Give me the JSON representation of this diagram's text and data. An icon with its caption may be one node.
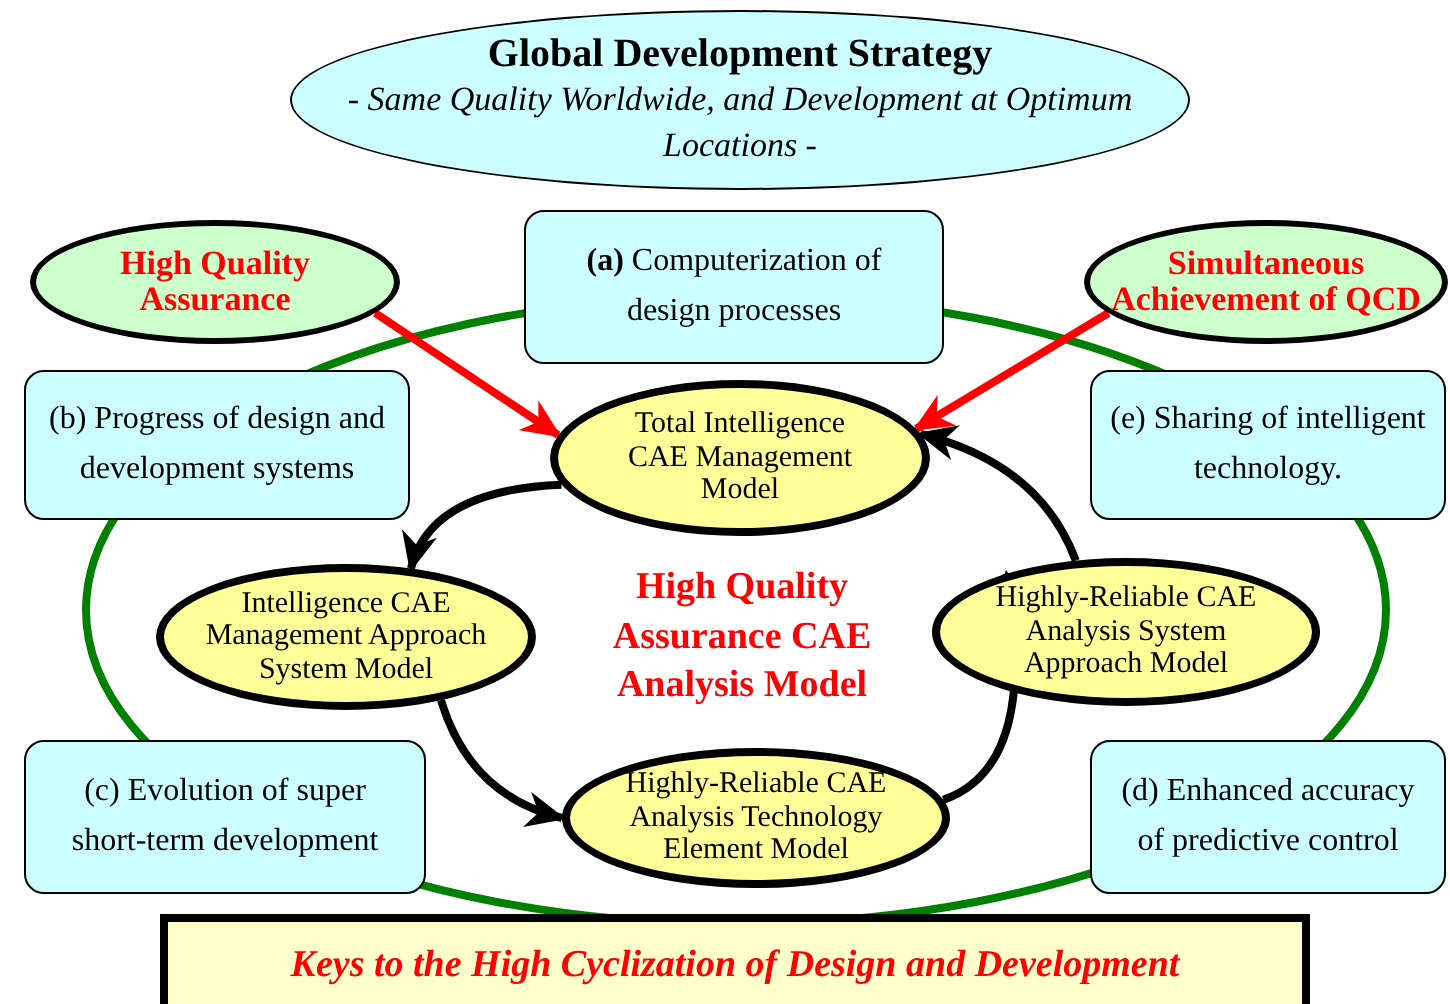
{
  "diagram": {
    "nodes": [
      {
        "text": [
          "Global Development Strategy",
          "- Same Quality Worldwide, and Development at Optimum Locations -"
        ]
      },
      {
        "text": [
          "High Quality Assurance"
        ]
      },
      {
        "text": [
          "**(a)** Computerization of design processes"
        ]
      },
      {
        "text": [
          "Simultaneous Achievement of QCD"
        ]
      },
      {
        "text": [
          "(b) Progress of design and development systems"
        ]
      },
      {
        "text": [
          "Total Intelligence CAE Management Model"
        ]
      },
      {
        "text": [
          "(e) Sharing of intelligent technology."
        ]
      },
      {
        "text": [
          "Intelligence CAE Management Approach System Model"
        ]
      },
      {
        "text": [
          "Highly-Reliable CAE Analysis System Approach Model"
        ]
      },
      {
        "text": [
          "(c) Evolution of super short-term development"
        ]
      },
      {
        "text": [
          "Highly-Reliable CAE Analysis Technology Element Model"
        ]
      },
      {
        "text": [
          "(d) Enhanced accuracy of predictive control"
        ]
      },
      {
        "text": [
          "Keys to the High Cyclization of Design and Development"
        ]
      }
    ],
    "edges": [
      {
        "from": 1,
        "to": 5,
        "arrow": "to",
        "color": "#ff0000"
      },
      {
        "from": 3,
        "to": 5,
        "arrow": "to",
        "color": "#ff0000"
      },
      {
        "from": 5,
        "to": 7,
        "arrow": "to"
      },
      {
        "from": 7,
        "to": 10,
        "arrow": "to"
      },
      {
        "from": 10,
        "to": 8,
        "arrow": "to"
      },
      {
        "from": 8,
        "to": 5,
        "arrow": "to"
      }
    ],
    "labels": [
      "High Quality Assurance CAE Analysis Model"
    ]
  }
}
